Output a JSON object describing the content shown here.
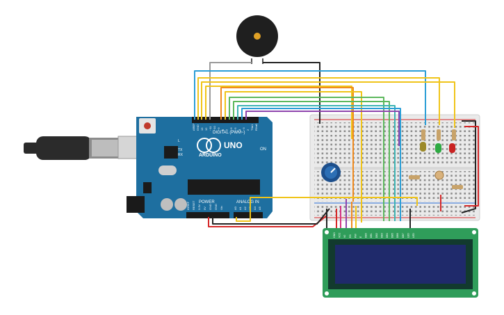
{
  "arduino": {
    "brand": "ARDUINO",
    "model": "UNO",
    "digital_label": "DIGITAL (PWM~)",
    "power_label": "POWER",
    "analog_label": "ANALOG IN",
    "on_label": "ON",
    "l_label": "L",
    "tx_label": "TX",
    "rx_label": "RX",
    "top_pins": [
      "AREF",
      "GND",
      "13",
      "12",
      "~11",
      "~10",
      "~9",
      "8",
      "7",
      "~6",
      "~5",
      "4",
      "~3",
      "2",
      "TX▸1",
      "RX◂0"
    ],
    "power_pins": [
      "IOREF",
      "RESET",
      "3.3V",
      "5V",
      "GND",
      "GND",
      "Vin"
    ],
    "analog_pins": [
      "A0",
      "A1",
      "A2",
      "A3",
      "A4",
      "A5"
    ]
  },
  "lcd": {
    "pins": [
      "GND",
      "VCC",
      "V0",
      "RS",
      "RW",
      "E",
      "DB0",
      "DB1",
      "DB2",
      "DB3",
      "DB4",
      "DB5",
      "DB6",
      "DB7",
      "LED",
      "LED"
    ]
  },
  "colors": {
    "arduino_board": "#1e6fa0",
    "breadboard": "#eaeaea",
    "lcd_board": "#2f9d5a",
    "lcd_screen": "#1f2a6b",
    "wire_blue": "#2b9ed6",
    "wire_yellow": "#f0c419",
    "wire_orange": "#f08a1d",
    "wire_green": "#5cb85c",
    "wire_teal": "#3bb3b3",
    "wire_purple": "#8e44ad",
    "wire_red": "#d62728",
    "wire_black": "#222222",
    "wire_gray": "#9a9a9a",
    "wire_pink": "#d63384"
  }
}
